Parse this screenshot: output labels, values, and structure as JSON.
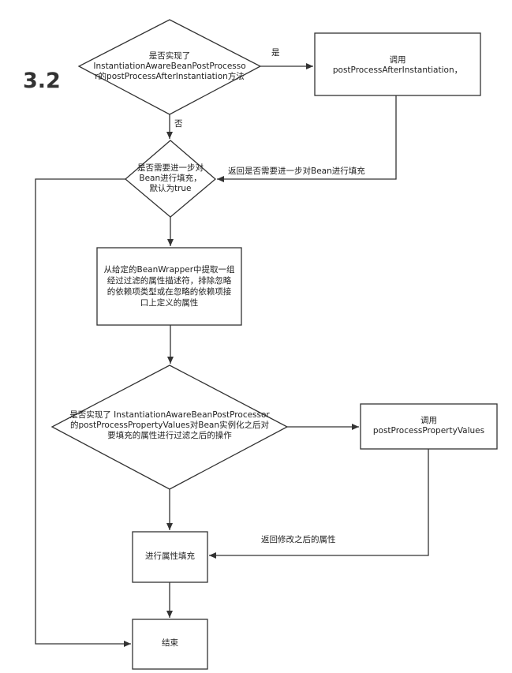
{
  "section_number": "3.2",
  "nodes": {
    "decision1": {
      "lines": [
        "是否实现了",
        "InstantiationAwareBeanPostProcesso",
        "r的postProcessAfterInstantiation方法"
      ]
    },
    "process1": {
      "lines": [
        "调用",
        "postProcessAfterInstantiation，"
      ]
    },
    "decision2": {
      "lines": [
        "是否需要进一步对",
        "Bean进行填充，",
        "默认为true"
      ]
    },
    "process2": {
      "text": "从给定的BeanWrapper中提取一组经过过滤的属性描述符，排除忽略的依赖项类型或在忽略的依赖项接口上定义的属性"
    },
    "decision3": {
      "lines": [
        "是否实现了 InstantiationAwareBeanPostProcessor",
        "的postProcessPropertyValues对Bean实例化之后对",
        "要填充的属性进行过滤之后的操作"
      ]
    },
    "process3": {
      "lines": [
        "调用",
        "postProcessPropertyValues"
      ]
    },
    "process4": {
      "text": "进行属性填充"
    },
    "end": {
      "text": "结束"
    }
  },
  "edges": {
    "yes": "是",
    "no": "否",
    "return_fill": "返回是否需要进一步对Bean进行填充",
    "return_props": "返回修改之后的属性"
  }
}
